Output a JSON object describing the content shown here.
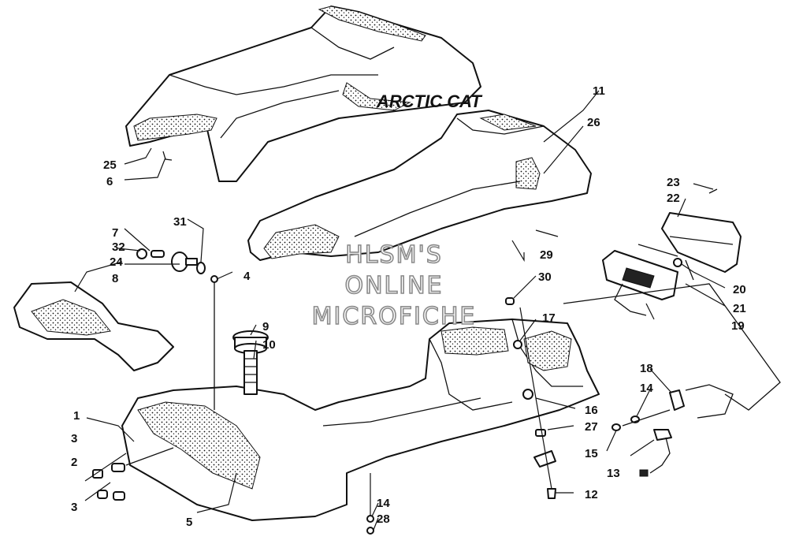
{
  "brand_text": "ARCTIC CAT",
  "watermark_lines": [
    "HLSM'S",
    "ONLINE",
    "MICROFICHE"
  ],
  "callouts": [
    {
      "id": "c1",
      "label": "1"
    },
    {
      "id": "c2",
      "label": "2"
    },
    {
      "id": "c3a",
      "label": "3"
    },
    {
      "id": "c3b",
      "label": "3"
    },
    {
      "id": "c4",
      "label": "4"
    },
    {
      "id": "c5",
      "label": "5"
    },
    {
      "id": "c6",
      "label": "6"
    },
    {
      "id": "c7",
      "label": "7"
    },
    {
      "id": "c8",
      "label": "8"
    },
    {
      "id": "c9",
      "label": "9"
    },
    {
      "id": "c10",
      "label": "10"
    },
    {
      "id": "c11",
      "label": "11"
    },
    {
      "id": "c12",
      "label": "12"
    },
    {
      "id": "c13",
      "label": "13"
    },
    {
      "id": "c14a",
      "label": "14"
    },
    {
      "id": "c14b",
      "label": "14"
    },
    {
      "id": "c15",
      "label": "15"
    },
    {
      "id": "c16",
      "label": "16"
    },
    {
      "id": "c17",
      "label": "17"
    },
    {
      "id": "c18",
      "label": "18"
    },
    {
      "id": "c19",
      "label": "19"
    },
    {
      "id": "c20",
      "label": "20"
    },
    {
      "id": "c21",
      "label": "21"
    },
    {
      "id": "c22",
      "label": "22"
    },
    {
      "id": "c23",
      "label": "23"
    },
    {
      "id": "c24",
      "label": "24"
    },
    {
      "id": "c25",
      "label": "25"
    },
    {
      "id": "c26",
      "label": "26"
    },
    {
      "id": "c27",
      "label": "27"
    },
    {
      "id": "c28",
      "label": "28"
    },
    {
      "id": "c29",
      "label": "29"
    },
    {
      "id": "c30",
      "label": "30"
    },
    {
      "id": "c31",
      "label": "31"
    },
    {
      "id": "c32",
      "label": "32"
    }
  ]
}
